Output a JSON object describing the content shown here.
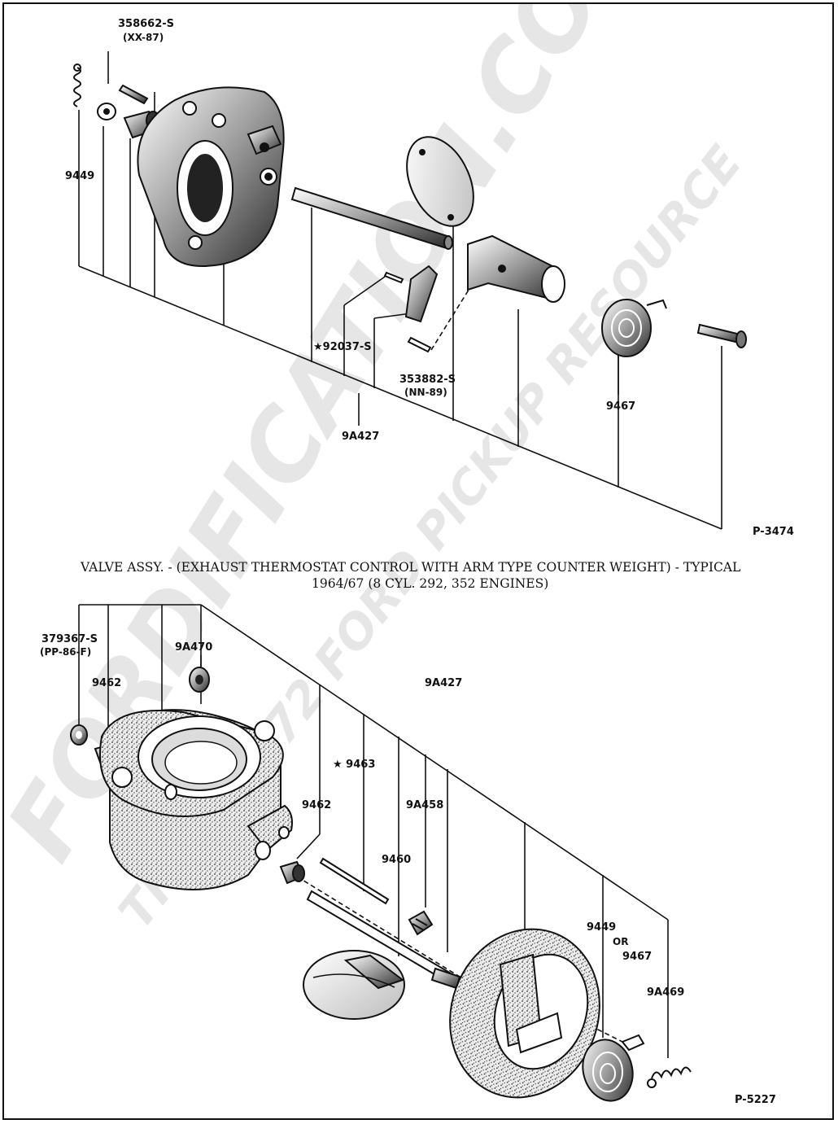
{
  "top_diagram": {
    "labels": {
      "p358662_line1": "358662-S",
      "p358662_line2": "(XX-87)",
      "p9449": "9449",
      "p92037": "★92037-S",
      "p353882_line1": "353882-S",
      "p353882_line2": "(NN-89)",
      "p9A427": "9A427",
      "p9467": "9467"
    },
    "figure_number": "P-3474",
    "caption_line1": "VALVE ASSY. - (EXHAUST THERMOSTAT CONTROL WITH ARM TYPE COUNTER WEIGHT) - TYPICAL",
    "caption_line2": "1964/67 (8 CYL. 292, 352 ENGINES)"
  },
  "bottom_diagram": {
    "labels": {
      "p379367_line1": "379367-S",
      "p379367_line2": "(PP-86-F)",
      "p9462_a": "9462",
      "p9A470": "9A470",
      "p9A427": "9A427",
      "p9463": "★ 9463",
      "p9462_b": "9462",
      "p9A458": "9A458",
      "p9460": "9460",
      "p9449_or": "9449",
      "p_or": "OR",
      "p9467": "9467",
      "p9A469": "9A469"
    },
    "figure_number": "P-5227"
  },
  "watermark": {
    "main": "FORDIFICATION.COM",
    "sub": "THE '48-'72 FORD PICKUP RESOURCE"
  }
}
